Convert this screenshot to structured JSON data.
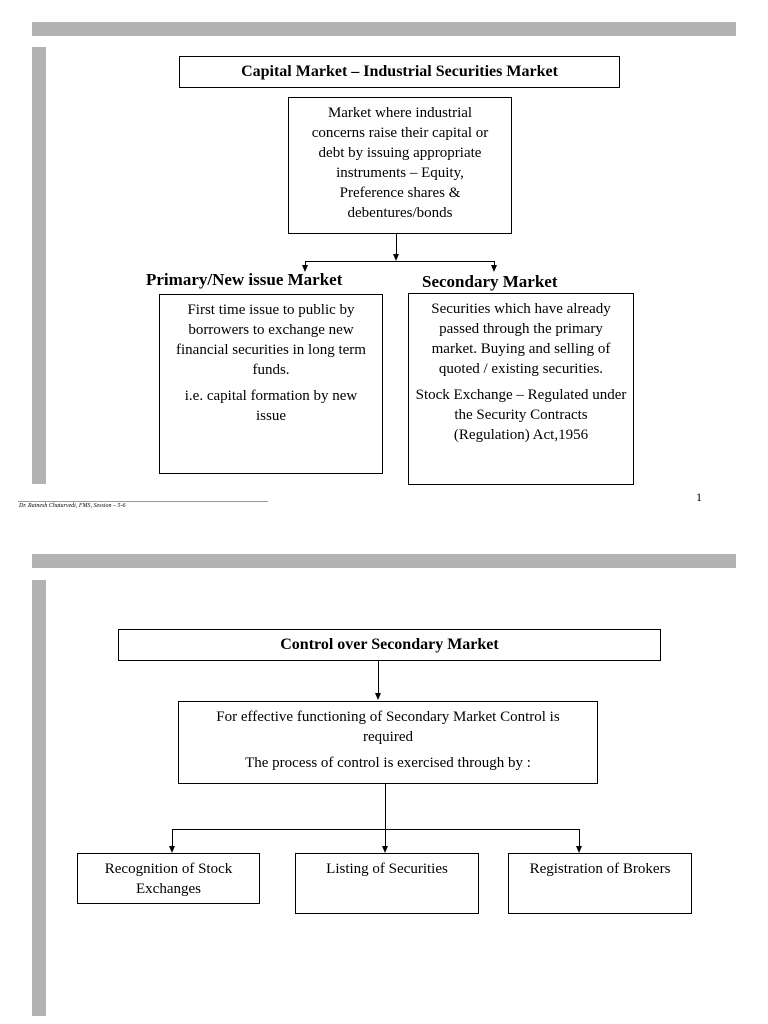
{
  "slide1": {
    "title": "Capital Market – Industrial Securities Market",
    "definition": [
      "Market where industrial",
      "concerns raise their capital or",
      "debt by issuing appropriate",
      "instruments – Equity,",
      "Preference shares &",
      "debentures/bonds"
    ],
    "primary": {
      "heading": "Primary/New issue Market",
      "text1": "First time issue to public by borrowers to exchange new financial securities in long term funds.",
      "text2": "i.e. capital formation by new issue"
    },
    "secondary": {
      "heading": "Secondary Market",
      "text1": "Securities which have already passed through the primary market. Buying and selling of quoted / existing securities.",
      "text2": "Stock Exchange – Regulated under the Security Contracts (Regulation) Act,1956"
    },
    "footer": "Dr. Ratnesh Chaturvedi, FMS, Session – 5-6",
    "page_number": "1"
  },
  "slide2": {
    "title": "Control over Secondary Market",
    "process_line1": "For effective functioning of Secondary Market Control is required",
    "process_line2": "The process of control is exercised through by :",
    "children": [
      "Recognition of Stock Exchanges",
      "Listing of Securities",
      "Registration of Brokers"
    ]
  }
}
